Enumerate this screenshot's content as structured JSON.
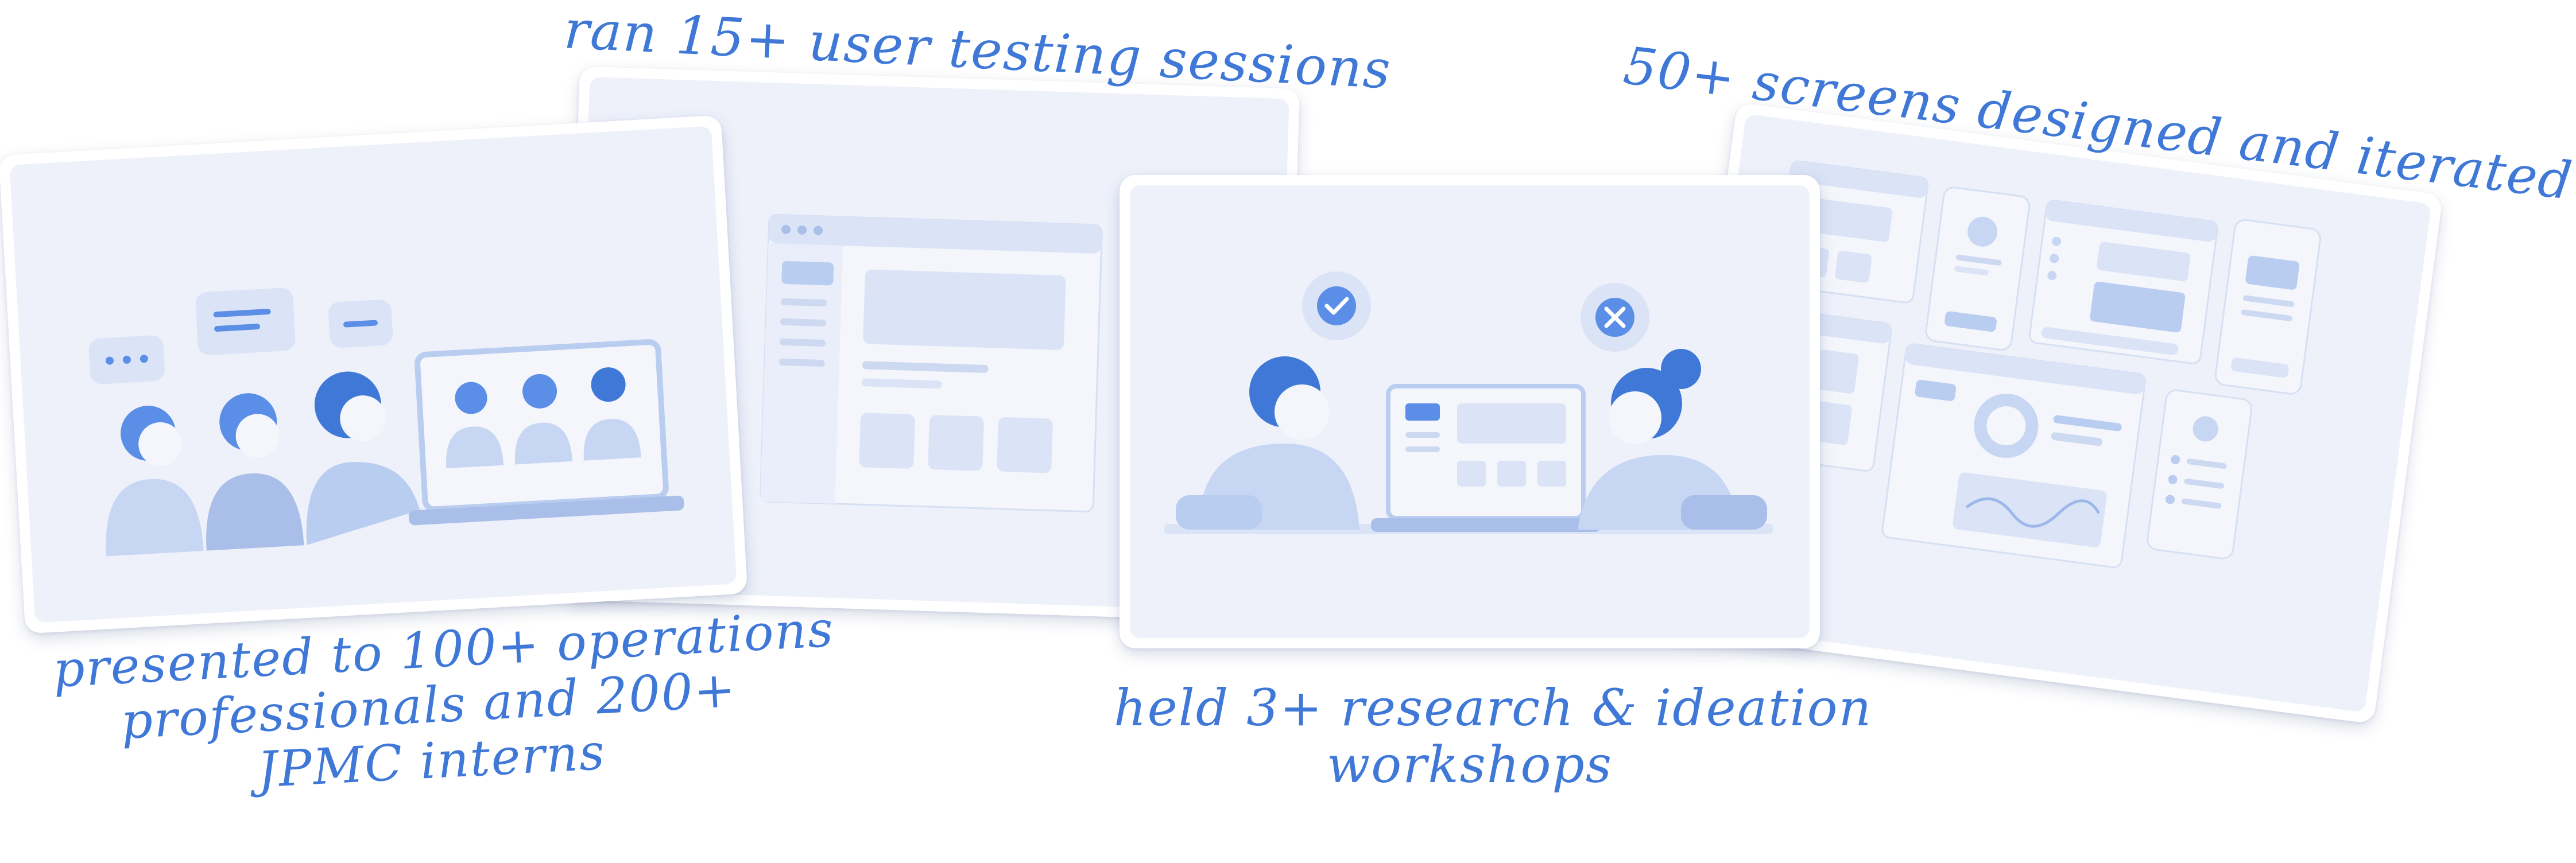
{
  "colors": {
    "accent": "#3f78d6",
    "card_bg": "#eef1fa",
    "illustration_primary": "#5b8ee6",
    "illustration_light": "#c7d6f3"
  },
  "captions": {
    "testing": "ran 15+ user testing sessions",
    "screens": "50+ screens designed and iterated",
    "presented": {
      "line1": "presented to 100+ operations",
      "line2": "professionals and 200+",
      "line3": "JPMC interns"
    },
    "workshops": {
      "line1": "held 3+ research & ideation",
      "line2": "workshops"
    }
  },
  "icons": {
    "check": "check-icon",
    "close": "close-icon"
  }
}
